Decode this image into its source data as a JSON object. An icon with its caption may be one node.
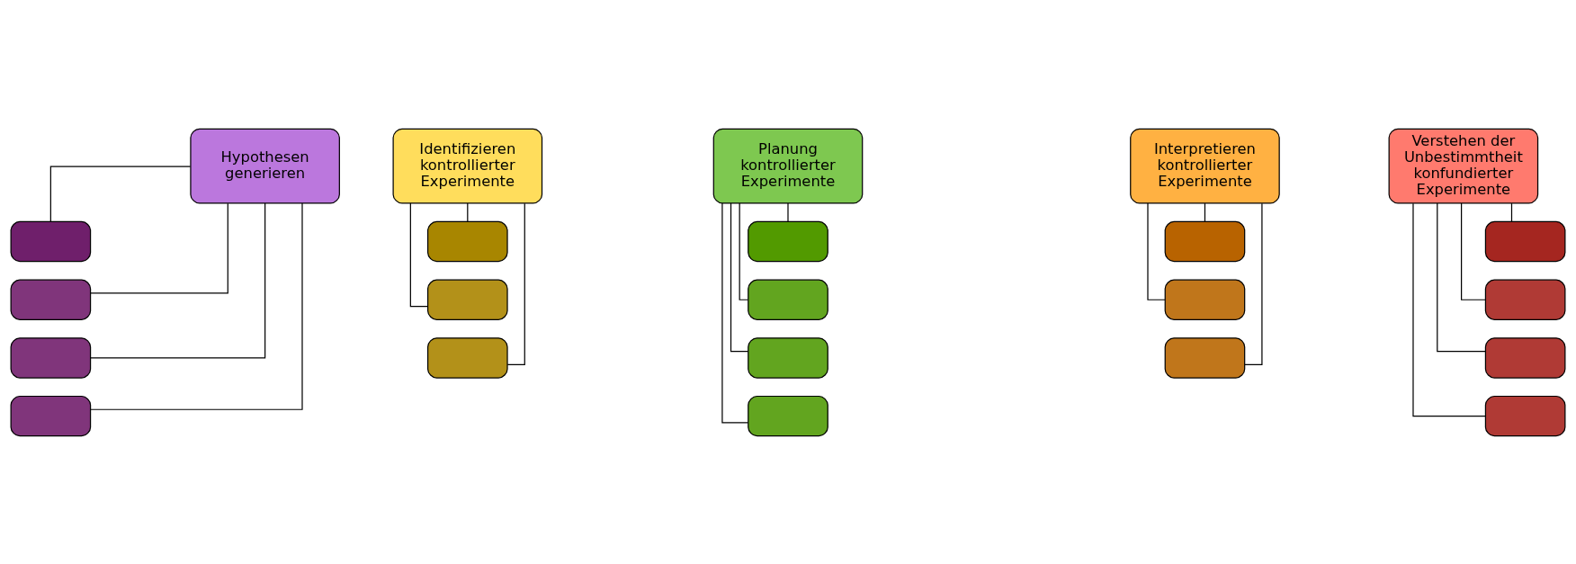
{
  "diagram": {
    "nodes": [
      {
        "text": [
          "Hypothesen generieren"
        ]
      },
      {
        "text": [],
        "shape": "box"
      },
      {
        "text": [],
        "shape": "box"
      },
      {
        "text": [],
        "shape": "box"
      },
      {
        "text": [],
        "shape": "box"
      },
      {
        "text": [
          "Identifizieren kontrollierter Experimente"
        ]
      },
      {
        "text": [],
        "shape": "box"
      },
      {
        "text": [],
        "shape": "box"
      },
      {
        "text": [],
        "shape": "box"
      },
      {
        "text": [
          "Planung kontrollierter Experimente"
        ]
      },
      {
        "text": [],
        "shape": "box"
      },
      {
        "text": [],
        "shape": "box"
      },
      {
        "text": [],
        "shape": "box"
      },
      {
        "text": [],
        "shape": "box"
      },
      {
        "text": [
          "Interpretieren kontrollierter Experimente"
        ]
      },
      {
        "text": [],
        "shape": "box"
      },
      {
        "text": [],
        "shape": "box"
      },
      {
        "text": [],
        "shape": "box"
      },
      {
        "text": [
          "Verstehen der Unbestimmtheit konfundierter Experimente"
        ]
      },
      {
        "text": [],
        "shape": "box"
      },
      {
        "text": [],
        "shape": "box"
      },
      {
        "text": [],
        "shape": "box"
      },
      {
        "text": [],
        "shape": "box"
      }
    ],
    "edges": [
      {
        "from": 0,
        "to": 1,
        "arrow": "none"
      },
      {
        "from": 0,
        "to": 2,
        "arrow": "none"
      },
      {
        "from": 0,
        "to": 3,
        "arrow": "none"
      },
      {
        "from": 0,
        "to": 4,
        "arrow": "none"
      },
      {
        "from": 5,
        "to": 6,
        "arrow": "none"
      },
      {
        "from": 5,
        "to": 7,
        "arrow": "none"
      },
      {
        "from": 5,
        "to": 8,
        "arrow": "none"
      },
      {
        "from": 9,
        "to": 10,
        "arrow": "none"
      },
      {
        "from": 9,
        "to": 11,
        "arrow": "none"
      },
      {
        "from": 9,
        "to": 12,
        "arrow": "none"
      },
      {
        "from": 9,
        "to": 13,
        "arrow": "none"
      },
      {
        "from": 14,
        "to": 15,
        "arrow": "none"
      },
      {
        "from": 14,
        "to": 16,
        "arrow": "none"
      },
      {
        "from": 14,
        "to": 17,
        "arrow": "none"
      },
      {
        "from": 18,
        "to": 19,
        "arrow": "none"
      },
      {
        "from": 18,
        "to": 20,
        "arrow": "none"
      },
      {
        "from": 18,
        "to": 21,
        "arrow": "none"
      },
      {
        "from": 18,
        "to": 22,
        "arrow": "none"
      }
    ]
  }
}
